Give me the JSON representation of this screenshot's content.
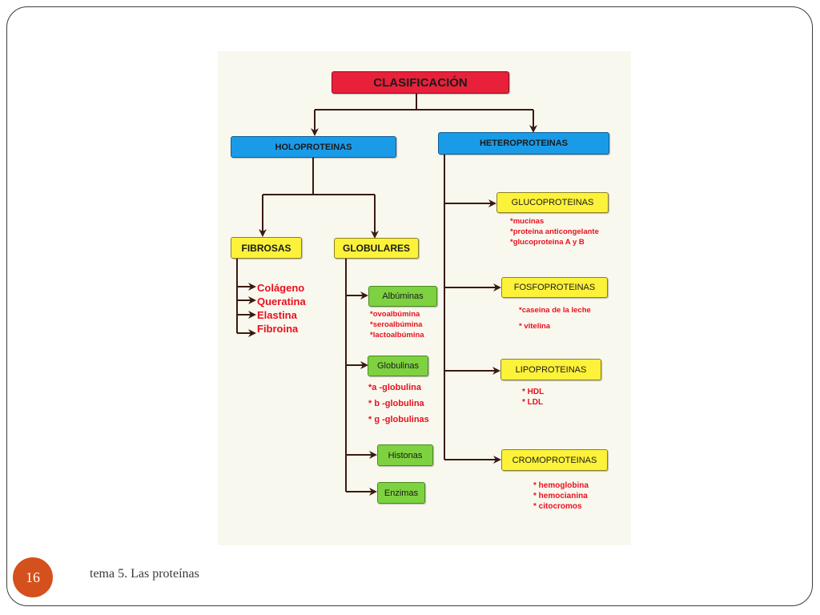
{
  "title": "CLASIFICACIÓN",
  "holo": {
    "label": "HOLOPROTEINAS",
    "fibrosas": {
      "label": "FIBROSAS",
      "items": [
        "Colágeno",
        "Queratina",
        "Elastina",
        "Fibroina"
      ]
    },
    "globulares": {
      "label": "GLOBULARES",
      "albuminas": {
        "label": "Albúminas",
        "items": [
          "*ovoalbúmina",
          "*seroalbúmina",
          "*lactoalbúmina"
        ]
      },
      "globulinas": {
        "label": "Globulinas",
        "items": [
          "*a -globulina",
          "* b -globulina",
          "* g -globulinas"
        ]
      },
      "histonas": {
        "label": "Histonas"
      },
      "enzimas": {
        "label": "Enzimas"
      }
    }
  },
  "hetero": {
    "label": "HETEROPROTEINAS",
    "gluco": {
      "label": "GLUCOPROTEINAS",
      "items": [
        "*mucinas",
        "*proteina anticongelante",
        "*glucoproteina A y B"
      ]
    },
    "fosfo": {
      "label": "FOSFOPROTEINAS",
      "items": [
        "*caseina de la leche",
        "* vitelina"
      ]
    },
    "lipo": {
      "label": "LIPOPROTEINAS",
      "items": [
        "* HDL",
        "* LDL"
      ]
    },
    "cromo": {
      "label": "CROMOPROTEINAS",
      "items": [
        "* hemoglobina",
        "* hemocianina",
        "* citocromos"
      ]
    }
  },
  "footer": {
    "slide_number": "16",
    "text": "tema 5. Las proteínas"
  },
  "colors": {
    "title": "#e8203a",
    "level1": "#1a9be8",
    "level2": "#fdf23a",
    "level3": "#7ed140",
    "examples": "#e8101e",
    "badge": "#d4501c"
  }
}
